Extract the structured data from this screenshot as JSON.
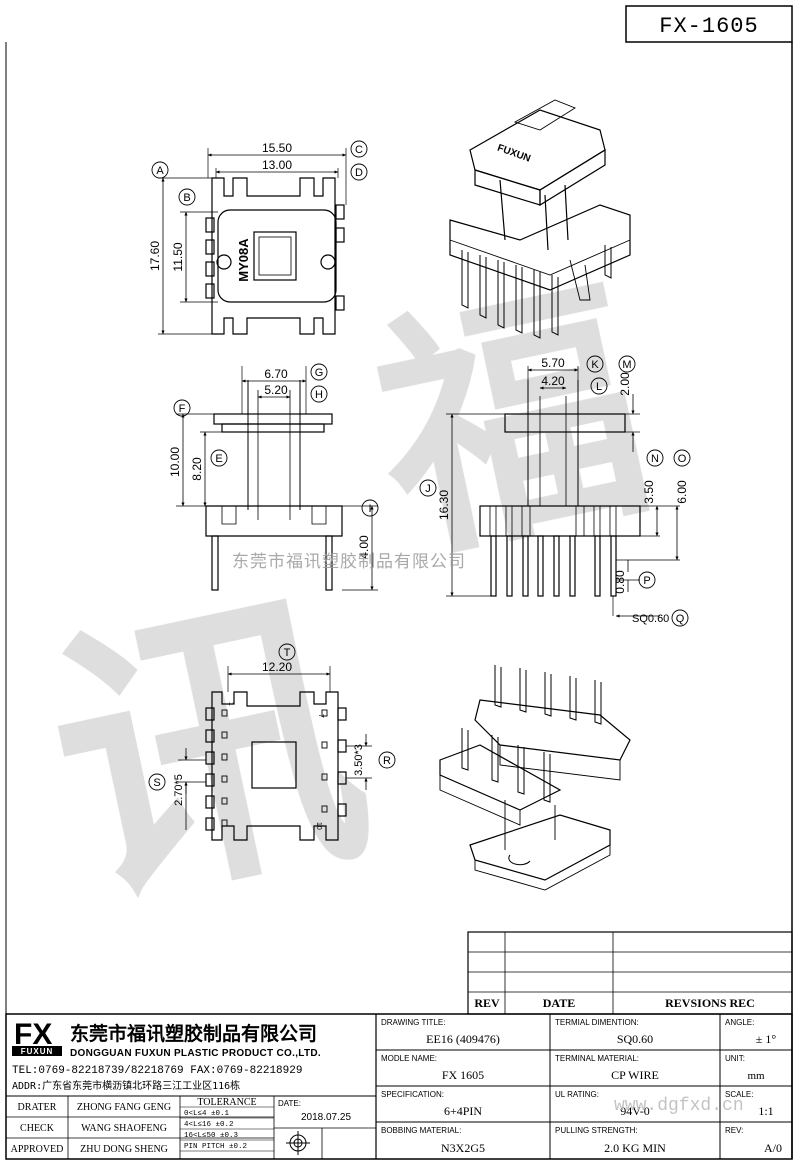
{
  "header": {
    "part_no": "FX-1605"
  },
  "watermark": {
    "company_text": "东莞市福讯塑胶制品有限公司",
    "site": "www.dgfxd.cn",
    "brush_chars": [
      "福",
      "讯"
    ]
  },
  "top_view": {
    "dims": [
      "15.50",
      "13.00",
      "17.60",
      "11.50"
    ],
    "labels": [
      "A",
      "B",
      "C",
      "D"
    ],
    "marking": "MY08A"
  },
  "iso_top": {
    "marking": "FUXUN"
  },
  "front_view": {
    "dims": [
      "6.70",
      "5.20",
      "10.00",
      "8.20",
      "4.00"
    ],
    "labels": [
      "F",
      "E",
      "G",
      "H",
      "I"
    ]
  },
  "side_view": {
    "dims": [
      "5.70",
      "4.20",
      "2.00",
      "16.30",
      "3.50",
      "6.00",
      "0.80",
      "SQ0.60"
    ],
    "labels": [
      "K",
      "L",
      "M",
      "J",
      "N",
      "O",
      "P",
      "Q"
    ]
  },
  "bottom_view": {
    "dims": [
      "12.20",
      "2.70*5",
      "3.50*3"
    ],
    "labels": [
      "T",
      "S",
      "R"
    ],
    "pin_marks": [
      "1",
      "7",
      "10"
    ]
  },
  "revision_table": {
    "headers": [
      "REV",
      "DATE",
      "REVSIONS REC"
    ]
  },
  "company": {
    "logo_text": "FX",
    "logo_sub": "FUXUN",
    "name_cn": "东莞市福讯塑胶制品有限公司",
    "name_en": "DONGGUAN FUXUN PLASTIC PRODUCT CO.,LTD.",
    "tel": "TEL:0769-82218739/82218769 FAX:0769-82218929",
    "addr": "ADDR:广东省东莞市横沥镇北环路三江工业区116栋"
  },
  "signoff": [
    {
      "role": "DRATER",
      "name": "ZHONG FANG GENG"
    },
    {
      "role": "CHECK",
      "name": "WANG SHAOFENG"
    },
    {
      "role": "APPROVED",
      "name": "ZHU DONG SHENG"
    }
  ],
  "tolerance": {
    "title": "TOLERANCE",
    "rows": [
      "0<L≤4  ±0.1",
      "4<L≤16  ±0.2",
      "16<L≤50  ±0.3",
      "PIN PITCH ±0.2"
    ]
  },
  "date": {
    "label": "DATE:",
    "value": "2018.07.25"
  },
  "fields": {
    "drawing_title_label": "DRAWING TITLE:",
    "drawing_title": "EE16 (409476)",
    "termial_dimention_label": "TERMIAL DIMENTION:",
    "termial_dimention": "SQ0.60",
    "angle_label": "ANGLE:",
    "angle": "± 1°",
    "modle_name_label": "MODLE NAME:",
    "modle_name": "FX 1605",
    "terminal_material_label": "TERMINAL MATERIAL:",
    "terminal_material": "CP WIRE",
    "unit_label": "UNIT:",
    "unit": "mm",
    "specification_label": "SPECIFICATION:",
    "specification": "6+4PIN",
    "ul_rating_label": "UL RATING:",
    "ul_rating": "94V-0",
    "scale_label": "SCALE:",
    "scale": "1:1",
    "bobbing_material_label": "BOBBING MATERIAL:",
    "bobbing_material": "N3X2G5",
    "pulling_strength_label": "PULLING STRENGTH:",
    "pulling_strength": "2.0 KG MIN",
    "rev_label": "REV:",
    "rev": "A/0"
  }
}
